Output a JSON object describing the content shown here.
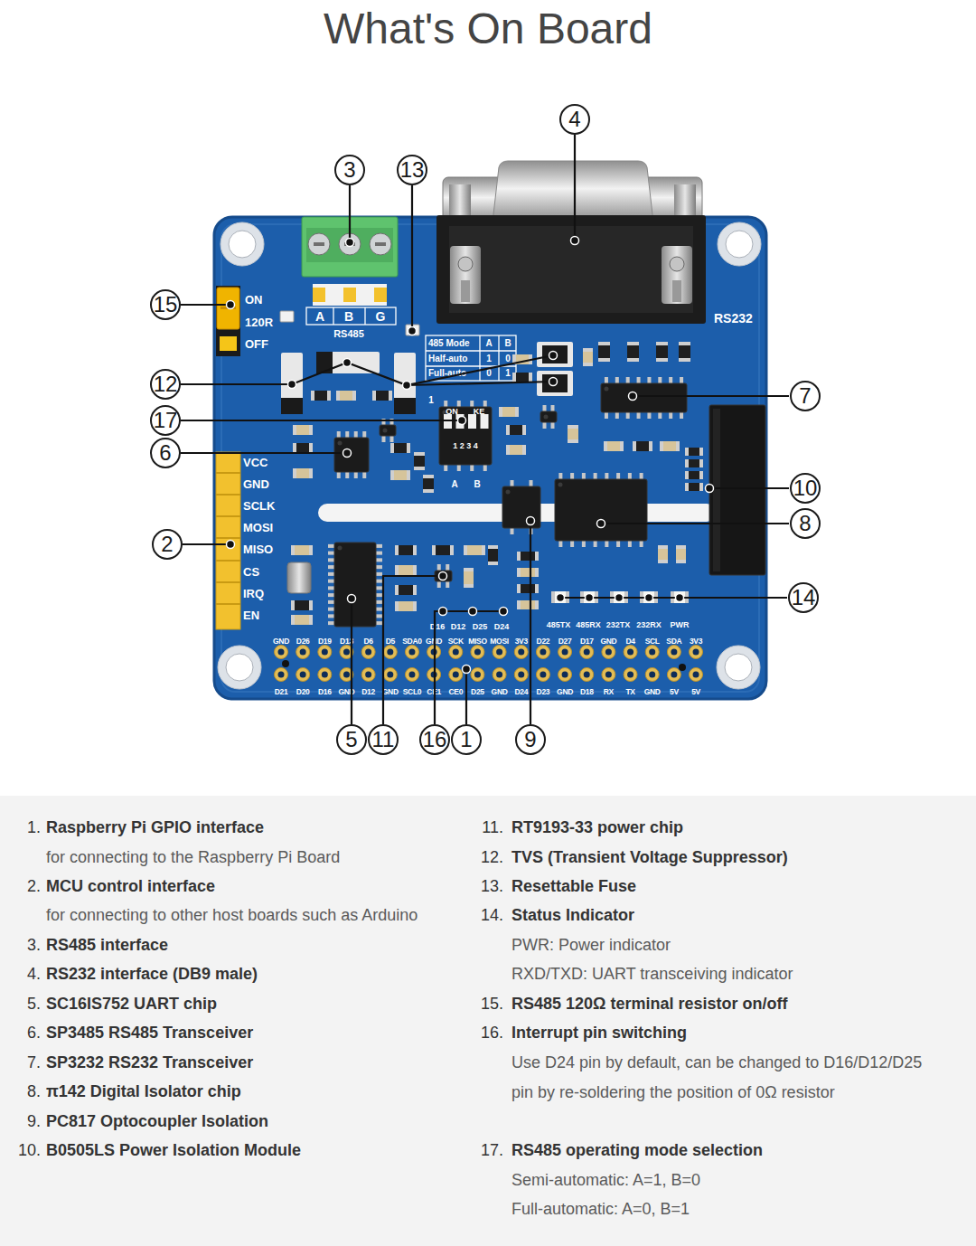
{
  "diagram": {
    "title": "What's On Board",
    "nodes": [
      {
        "text": [
          "4"
        ]
      },
      {
        "text": [
          "3"
        ]
      },
      {
        "text": [
          "13"
        ]
      },
      {
        "text": [
          "15"
        ]
      },
      {
        "text": [
          "12"
        ]
      },
      {
        "text": [
          "7"
        ]
      },
      {
        "text": [
          "17"
        ]
      },
      {
        "text": [
          "6"
        ]
      },
      {
        "text": [
          "10"
        ]
      },
      {
        "text": [
          "8"
        ]
      },
      {
        "text": [
          "2"
        ]
      },
      {
        "text": [
          "14"
        ]
      },
      {
        "text": [
          "5"
        ]
      },
      {
        "text": [
          "11"
        ]
      },
      {
        "text": [
          "16"
        ]
      },
      {
        "text": [
          "1"
        ]
      },
      {
        "text": [
          "9"
        ]
      },
      {
        "text": [
          "1.",
          "Raspberry Pi GPIO interface",
          "for connecting to the Raspberry Pi Board",
          "2.",
          "MCU control interface",
          "for connecting to other host boards such as Arduino",
          "3.",
          "RS485 interface",
          "4.",
          "RS232 interface (DB9 male)",
          "5.",
          "SC16IS752 UART chip",
          "6.",
          "SP3485 RS485 Transceiver",
          "7.",
          "SP3232 RS232 Transceiver",
          "8.",
          "π142 Digital Isolator chip",
          "9.",
          "PC817 Optocoupler Isolation",
          "10.",
          "B0505LS Power Isolation Module",
          "11.",
          "RT9193-33 power chip",
          "12.",
          "TVS (Transient Voltage Suppressor)",
          "13.",
          "Resettable Fuse",
          "14.",
          "Status Indicator",
          "PWR: Power indicator",
          "RXD/TXD: UART transceiving indicator",
          "15.",
          "RS485 120Ω terminal resistor on/off",
          "16.",
          "Interrupt pin switching",
          "Use D24 pin by default, can be changed to D16/D12/D25 pin by re-soldering the position of 0Ω resistor",
          "17.",
          "RS485 operating mode selection",
          "Semi-automatic: A=1, B=0",
          "Full-automatic: A=0, B=1"
        ]
      }
    ],
    "labels": [
      "ON",
      "120R",
      "OFF",
      "A",
      "B",
      "G",
      "RS485",
      "485 Mode",
      "A",
      "B",
      "Half-auto",
      "1",
      "0",
      "Full-auto",
      "0",
      "1",
      "RS232",
      "1",
      "ON",
      "KE",
      "1 2 3 4",
      "A",
      "B",
      "VCC",
      "GND",
      "SCLK",
      "MOSI",
      "MISO",
      "CS",
      "IRQ",
      "EN",
      "D16",
      "D12",
      "D25",
      "D24",
      "485TX",
      "485RX",
      "232TX",
      "232RX",
      "PWR",
      "GND",
      "D26",
      "D19",
      "D13",
      "D6",
      "D5",
      "SDA0",
      "GND",
      "SCK",
      "MISO",
      "MOSI",
      "3V3",
      "D22",
      "D27",
      "D17",
      "GND",
      "D4",
      "SCL",
      "SDA",
      "3V3",
      "D21",
      "D20",
      "D16",
      "GND",
      "D12",
      "GND",
      "SCL0",
      "CE1",
      "CE0",
      "D25",
      "GND",
      "D24",
      "D23",
      "GND",
      "D18",
      "RX",
      "TX",
      "GND",
      "5V",
      "5V"
    ]
  }
}
